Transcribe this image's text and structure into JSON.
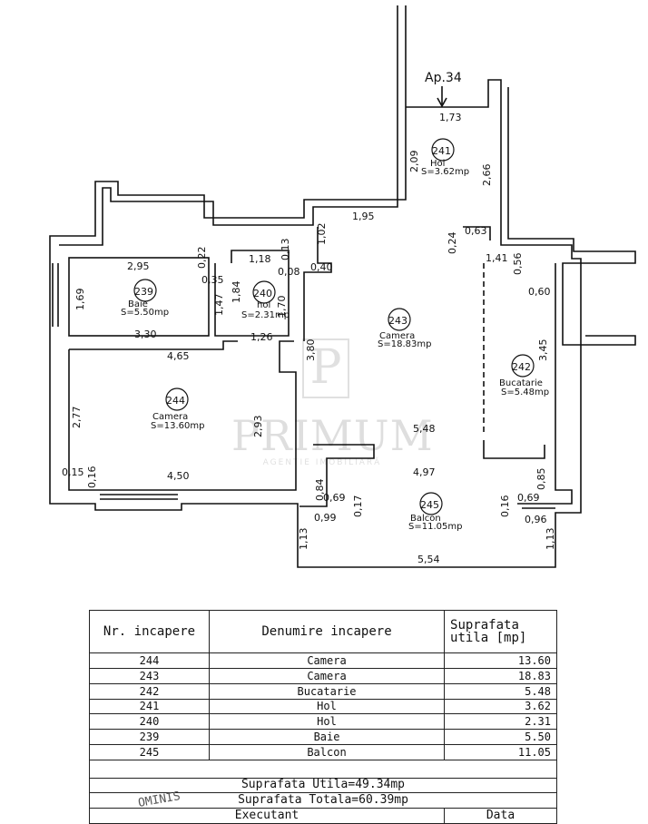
{
  "apartment_label": "Ap.34",
  "rooms": [
    {
      "nr": "244",
      "name": "Camera",
      "area_label": "S=13.60mp"
    },
    {
      "nr": "243",
      "name": "Camera",
      "area_label": "S=18.83mp"
    },
    {
      "nr": "242",
      "name": "Bucatarie",
      "area_label": "S=5.48mp"
    },
    {
      "nr": "241",
      "name": "Hol",
      "area_label": "S=3.62mp"
    },
    {
      "nr": "240",
      "name": "hol",
      "area_label": "S=2.31mp"
    },
    {
      "nr": "239",
      "name": "Baie",
      "area_label": "S=5.50mp"
    },
    {
      "nr": "245",
      "name": "Balcon",
      "area_label": "S=11.05mp"
    }
  ],
  "dimensions": [
    "1,73",
    "2,09",
    "2,66",
    "1,95",
    "1,02",
    "0,24",
    "0,63",
    "2,95",
    "0,22",
    "0,35",
    "1,18",
    "0,13",
    "0,08",
    "0,40",
    "1,41",
    "0,56",
    "1,69",
    "1,47",
    "1,84",
    "1,70",
    "0,60",
    "3,30",
    "1,26",
    "3,80",
    "4,65",
    "3,45",
    "2,77",
    "2,93",
    "5,48",
    "4,97",
    "0,15",
    "0,16",
    "4,50",
    "0,84",
    "0,85",
    "0,69",
    "0,69",
    "0,99",
    "0,17",
    "0,16",
    "0,96",
    "1,13",
    "1,13",
    "5,54"
  ],
  "watermark": {
    "monogram": "P",
    "name": "PRIMUM",
    "tagline": "AGENTIE IMOBILIARĂ"
  },
  "table": {
    "headers": {
      "nr": "Nr. incapere",
      "name": "Denumire incapere",
      "area": "Suprafata utila [mp]"
    },
    "rows": [
      {
        "nr": "244",
        "name": "Camera",
        "area": "13.60"
      },
      {
        "nr": "243",
        "name": "Camera",
        "area": "18.83"
      },
      {
        "nr": "242",
        "name": "Bucatarie",
        "area": "5.48"
      },
      {
        "nr": "241",
        "name": "Hol",
        "area": "3.62"
      },
      {
        "nr": "240",
        "name": "Hol",
        "area": "2.31"
      },
      {
        "nr": "239",
        "name": "Baie",
        "area": "5.50"
      },
      {
        "nr": "245",
        "name": "Balcon",
        "area": "11.05"
      }
    ],
    "total_util": "Suprafata Utila=49.34mp",
    "total_total": "Suprafata Totala=60.39mp",
    "executant": "Executant",
    "data": "Data"
  },
  "stamp_text": "OMINIS"
}
